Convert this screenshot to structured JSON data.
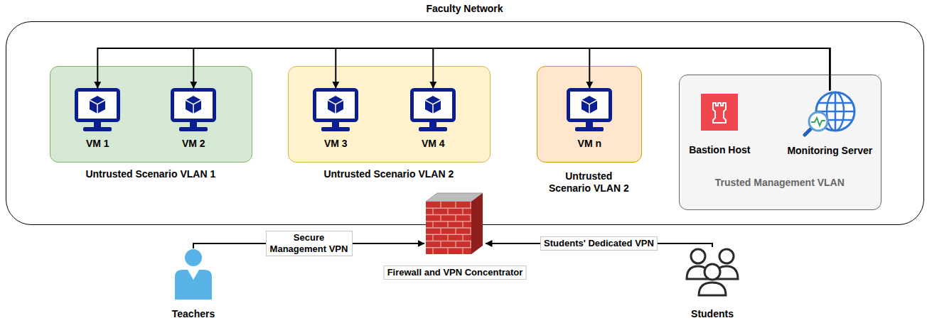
{
  "diagram": {
    "nodes": [
      {
        "text": [
          "Faculty Network"
        ]
      },
      {
        "text": [
          "Untrusted Scenario VLAN 1"
        ],
        "in": 0
      },
      {
        "text": [
          "VM 1"
        ],
        "in": 1
      },
      {
        "text": [
          "VM 2"
        ],
        "in": 1
      },
      {
        "text": [
          "Untrusted Scenario VLAN 2"
        ],
        "in": 0
      },
      {
        "text": [
          "VM 3"
        ],
        "in": 4
      },
      {
        "text": [
          "VM 4"
        ],
        "in": 4
      },
      {
        "text": [
          "Untrusted Scenario VLAN 2"
        ],
        "in": 0
      },
      {
        "text": [
          "VM n"
        ],
        "in": 7
      },
      {
        "text": [
          "Trusted Management VLAN"
        ],
        "in": 0
      },
      {
        "text": [
          "Bastion Host"
        ],
        "in": 9
      },
      {
        "text": [
          "Monitoring Server"
        ],
        "in": 9
      },
      {
        "text": [
          "Firewall and VPN Concentrator"
        ]
      },
      {
        "text": [
          "Teachers"
        ]
      },
      {
        "text": [
          "Students"
        ]
      }
    ],
    "edges": [
      {
        "from": 11,
        "to": 2,
        "arrow": "to"
      },
      {
        "from": 11,
        "to": 3,
        "arrow": "to"
      },
      {
        "from": 11,
        "to": 5,
        "arrow": "to"
      },
      {
        "from": 11,
        "to": 6,
        "arrow": "to"
      },
      {
        "from": 11,
        "to": 8,
        "arrow": "to"
      },
      {
        "from": 13,
        "to": 12,
        "label": "Secure Management VPN",
        "arrow": "to"
      },
      {
        "from": 14,
        "to": 12,
        "label": "Students' Dedicated VPN",
        "arrow": "to"
      }
    ]
  }
}
